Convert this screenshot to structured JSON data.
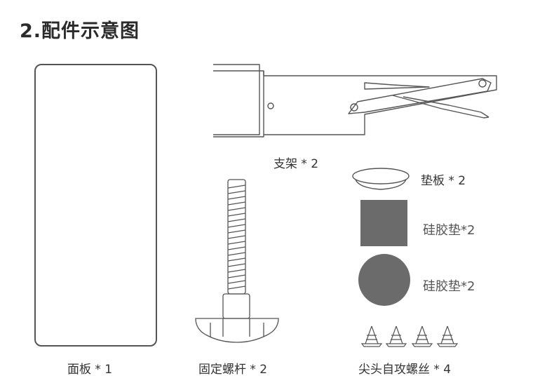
{
  "title": "2.配件示意图",
  "parts": {
    "panel": "面板 * 1",
    "bracket": "支架 * 2",
    "pad_plate": "垫板 * 2",
    "silicone_square": "硅胶垫*2",
    "silicone_round": "硅胶垫*2",
    "fixing_screw": "固定螺杆 * 2",
    "tapping_screws": "尖头自攻螺丝 * 4"
  },
  "colors": {
    "line": "#444444",
    "silicone": "#6b6b6b"
  }
}
